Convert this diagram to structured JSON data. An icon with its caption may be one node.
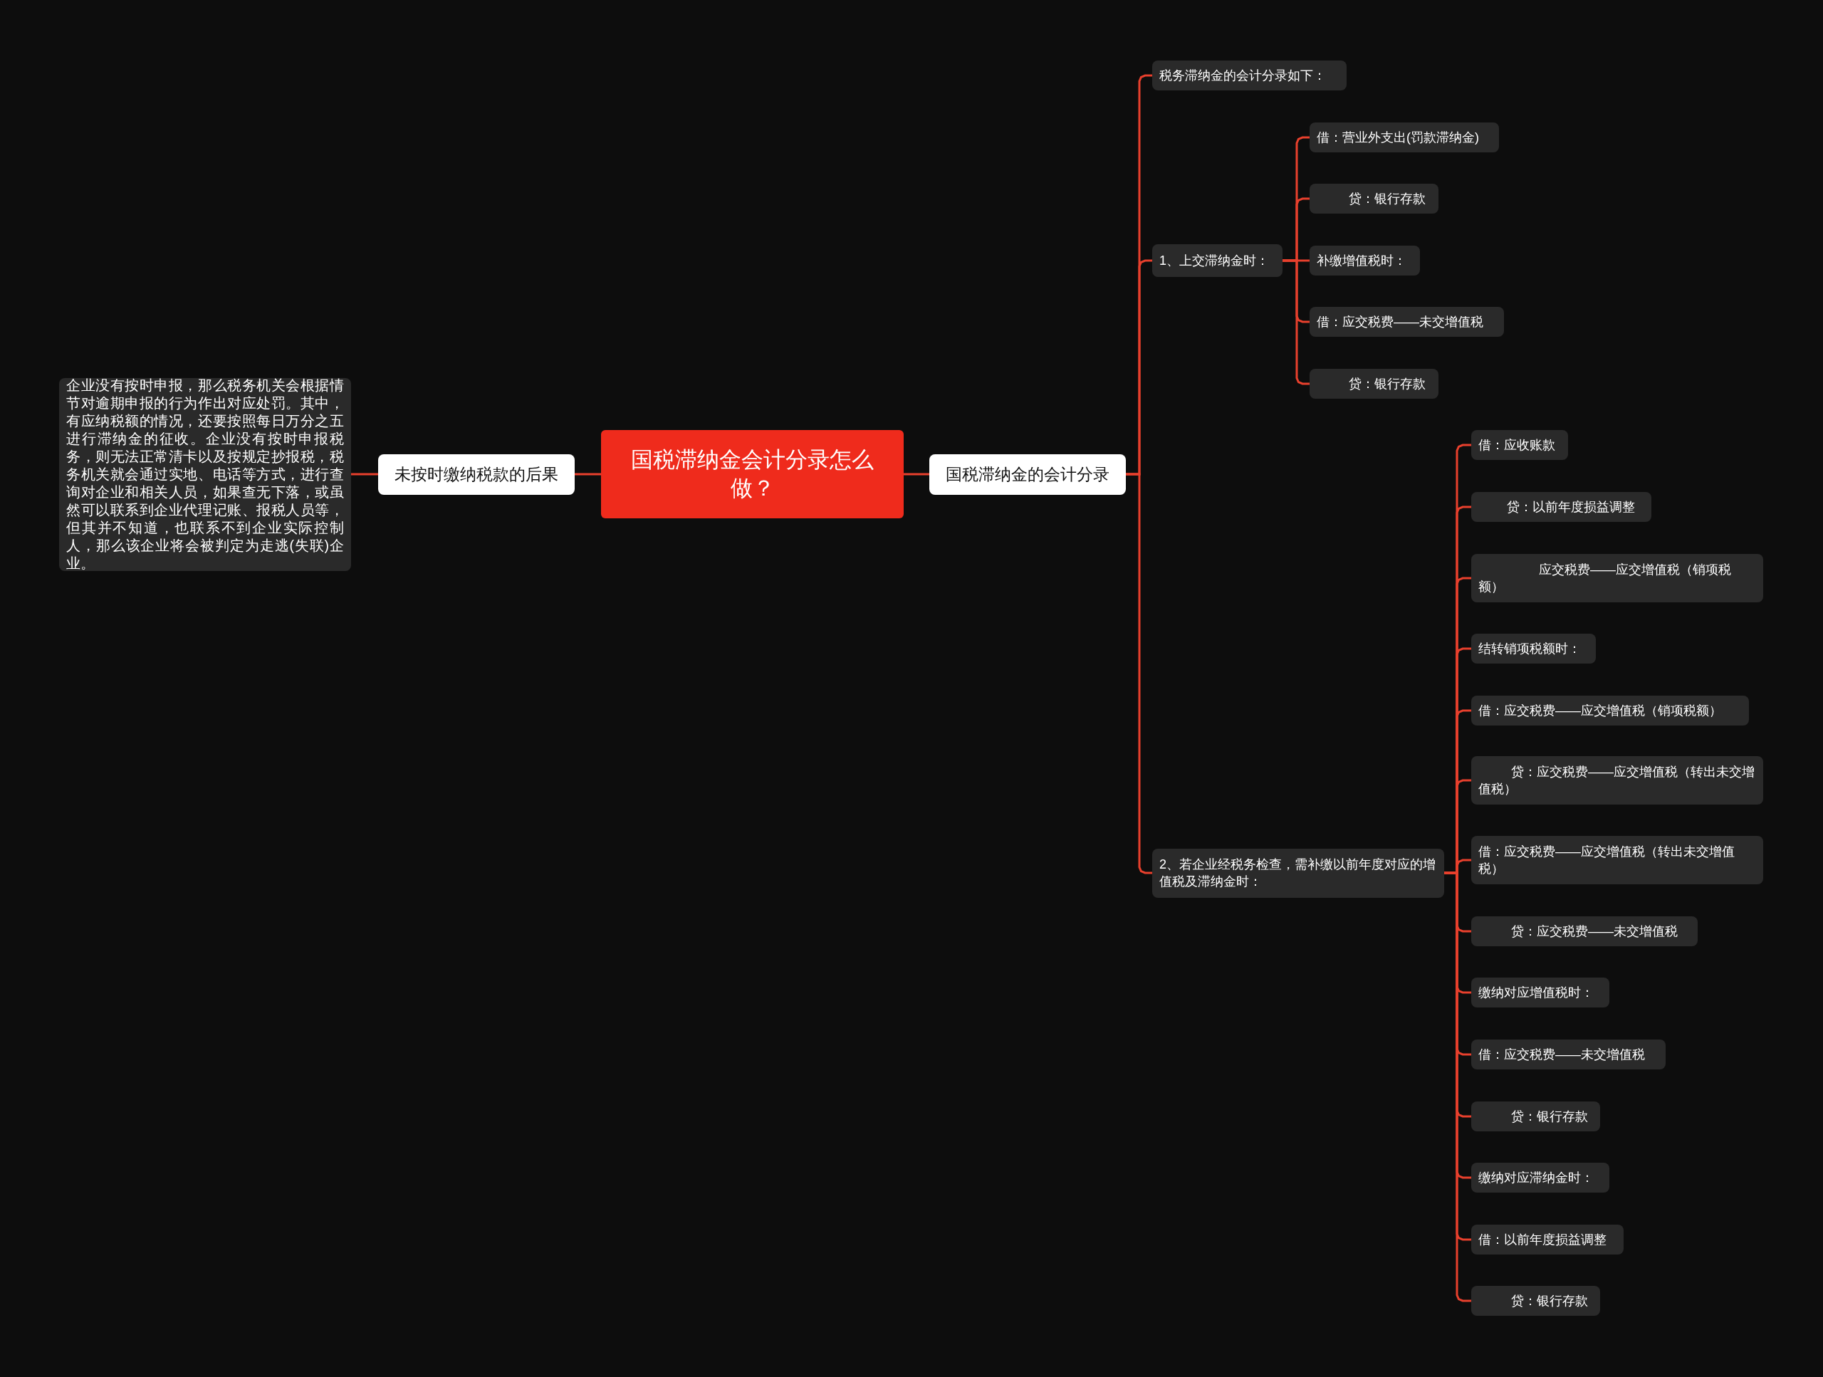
{
  "diagram": {
    "nodes": [
      {
        "text": [
          "国税滞纳金会计分录怎么做？"
        ]
      },
      {
        "text": [
          "未按时缴纳税款的后果"
        ]
      },
      {
        "text": [
          "企业没有按时申报，那么税务机关会根据情节对逾期申报的行为作出对应处罚。其中，有应纳税额的情况，还要按照每日万分之五进行滞纳金的征收。企业没有按时申报税务，则无法正常清卡以及按规定抄报税，税务机关就会通过实地、电话等方式，进行查询对企业和相关人员，如果查无下落，或虽然可以联系到企业代理记账、报税人员等，但其并不知道，也联系不到企业实际控制人，那么该企业将会被判定为走逃(失联)企业。"
        ]
      },
      {
        "text": [
          "国税滞纳金的会计分录"
        ]
      },
      {
        "text": [
          "税务滞纳金的会计分录如下："
        ]
      },
      {
        "text": [
          "1、上交滞纳金时："
        ]
      },
      {
        "text": [
          "借：营业外支出(罚款滞纳金)"
        ]
      },
      {
        "text": [
          "贷：银行存款"
        ]
      },
      {
        "text": [
          "补缴增值税时："
        ]
      },
      {
        "text": [
          "借：应交税费——未交增值税"
        ]
      },
      {
        "text": [
          "贷：银行存款"
        ]
      },
      {
        "text": [
          "2、若企业经税务检查，需补缴以前年度对应的增值税及滞纳金时："
        ]
      },
      {
        "text": [
          "借：应收账款"
        ]
      },
      {
        "text": [
          "贷：以前年度损益调整"
        ]
      },
      {
        "text": [
          "应交税费——应交增值税（销项税额）"
        ]
      },
      {
        "text": [
          "结转销项税额时："
        ]
      },
      {
        "text": [
          "借：应交税费——应交增值税（销项税额）"
        ]
      },
      {
        "text": [
          "贷：应交税费——应交增值税（转出未交增值税）"
        ]
      },
      {
        "text": [
          "借：应交税费——应交增值税（转出未交增值税）"
        ]
      },
      {
        "text": [
          "贷：应交税费——未交增值税"
        ]
      },
      {
        "text": [
          "缴纳对应增值税时："
        ]
      },
      {
        "text": [
          "借：应交税费——未交增值税"
        ]
      },
      {
        "text": [
          "贷：银行存款"
        ]
      },
      {
        "text": [
          "缴纳对应滞纳金时："
        ]
      },
      {
        "text": [
          "借：以前年度损益调整"
        ]
      },
      {
        "text": [
          "贷：银行存款"
        ]
      }
    ],
    "edges": [
      {
        "from": 0,
        "to": 1,
        "arrow": "none"
      },
      {
        "from": 1,
        "to": 2,
        "arrow": "none"
      },
      {
        "from": 0,
        "to": 3,
        "arrow": "none"
      },
      {
        "from": 3,
        "to": 4,
        "arrow": "none"
      },
      {
        "from": 3,
        "to": 5,
        "arrow": "none"
      },
      {
        "from": 3,
        "to": 11,
        "arrow": "none"
      },
      {
        "from": 5,
        "to": 6,
        "arrow": "none"
      },
      {
        "from": 5,
        "to": 7,
        "arrow": "none"
      },
      {
        "from": 5,
        "to": 8,
        "arrow": "none"
      },
      {
        "from": 5,
        "to": 9,
        "arrow": "none"
      },
      {
        "from": 5,
        "to": 10,
        "arrow": "none"
      },
      {
        "from": 11,
        "to": 12,
        "arrow": "none"
      },
      {
        "from": 11,
        "to": 13,
        "arrow": "none"
      },
      {
        "from": 11,
        "to": 14,
        "arrow": "none"
      },
      {
        "from": 11,
        "to": 15,
        "arrow": "none"
      },
      {
        "from": 11,
        "to": 16,
        "arrow": "none"
      },
      {
        "from": 11,
        "to": 17,
        "arrow": "none"
      },
      {
        "from": 11,
        "to": 18,
        "arrow": "none"
      },
      {
        "from": 11,
        "to": 19,
        "arrow": "none"
      },
      {
        "from": 11,
        "to": 20,
        "arrow": "none"
      },
      {
        "from": 11,
        "to": 21,
        "arrow": "none"
      },
      {
        "from": 11,
        "to": 22,
        "arrow": "none"
      },
      {
        "from": 11,
        "to": 23,
        "arrow": "none"
      },
      {
        "from": 11,
        "to": 24,
        "arrow": "none"
      },
      {
        "from": 11,
        "to": 25,
        "arrow": "none"
      }
    ]
  }
}
